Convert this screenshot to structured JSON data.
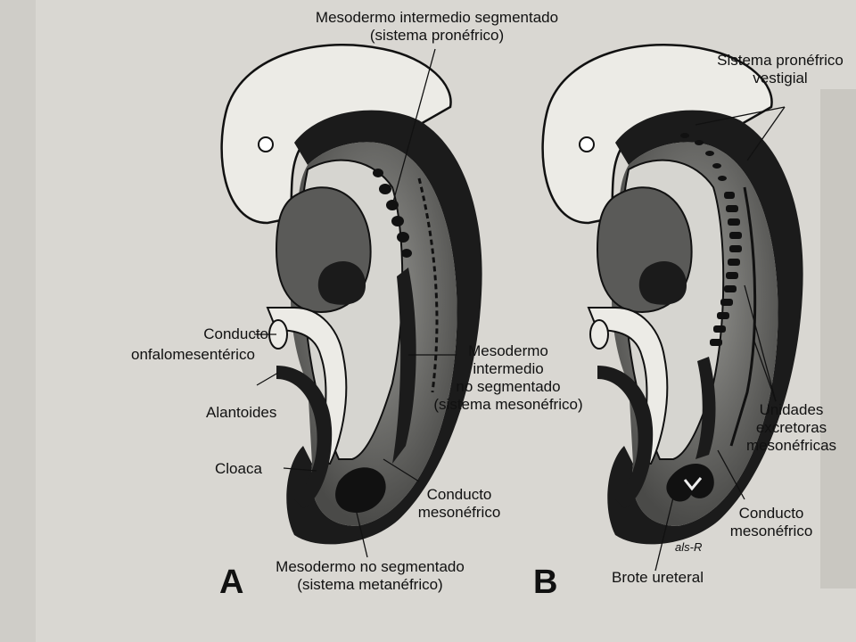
{
  "labels": {
    "a_meso_seg_1": "Mesodermo intermedio segmentado",
    "a_meso_seg_2": "(sistema pronéfrico)",
    "a_onfalo_1": "Conducto",
    "a_onfalo_2": "onfalomesentérico",
    "a_alantoides": "Alantoides",
    "a_cloaca": "Cloaca",
    "a_meso_noseg_1": "Mesodermo",
    "a_meso_noseg_2": "intermedio",
    "a_meso_noseg_3": "no segmentado",
    "a_meso_noseg_4": "(sistema mesonéfrico)",
    "a_conducto_meso_1": "Conducto",
    "a_conducto_meso_2": "mesonéfrico",
    "a_metanefrico_1": "Mesodermo no segmentado",
    "a_metanefrico_2": "(sistema metanéfrico)",
    "b_proneph_1": "Sistema pronéfrico",
    "b_proneph_2": "vestigial",
    "b_unidades_1": "Unidades",
    "b_unidades_2": "excretoras",
    "b_unidades_3": "mesonéfricas",
    "b_conducto_meso_1": "Conducto",
    "b_conducto_meso_2": "mesonéfrico",
    "b_brote": "Brote ureteral",
    "b_signature": "als-R"
  },
  "panels": {
    "a": "A",
    "b": "B"
  },
  "colors": {
    "paper": "#d9d7d2",
    "ink": "#111111",
    "tissue": "#6b6b6b",
    "light": "#bdbcb7"
  }
}
